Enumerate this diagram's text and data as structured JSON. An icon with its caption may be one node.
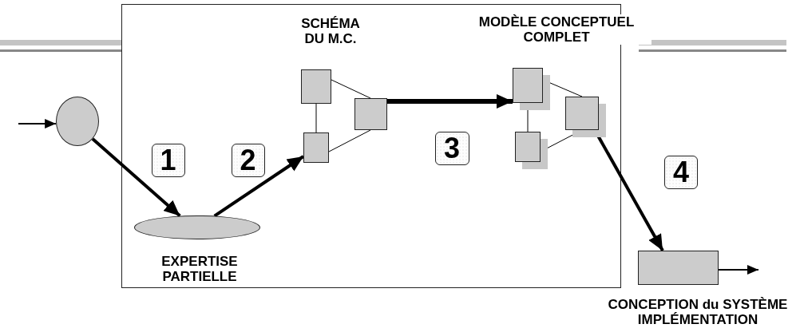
{
  "diagram": {
    "nodes": [
      {
        "text": [],
        "shape": "box"
      },
      {
        "text": [],
        "shape": "circle"
      },
      {
        "text": [
          "1"
        ],
        "in": 0
      },
      {
        "text": [
          "2"
        ],
        "in": 0
      },
      {
        "text": [],
        "shape": "box",
        "in": 0
      },
      {
        "text": [],
        "shape": "box",
        "in": 0
      },
      {
        "text": [],
        "shape": "box",
        "in": 0
      },
      {
        "text": [
          "3"
        ],
        "in": 0
      },
      {
        "text": [],
        "shape": "box",
        "in": 0
      },
      {
        "text": [],
        "shape": "box",
        "in": 0
      },
      {
        "text": [],
        "shape": "box",
        "in": 0
      },
      {
        "text": [],
        "shape": "ellipse",
        "beside": [
          "EXPERTISE PARTIELLE"
        ],
        "in": 0
      },
      {
        "text": [
          "4"
        ]
      },
      {
        "text": [],
        "shape": "box",
        "beside": [
          "CONCEPTION du SYSTÈME IMPLÉMENTATION"
        ]
      }
    ],
    "edges": [
      {
        "from": null,
        "to": 1,
        "arrow": "to"
      },
      {
        "from": 1,
        "to": 11,
        "arrow": "to",
        "style": "thick"
      },
      {
        "from": 11,
        "to": 6,
        "arrow": "to",
        "style": "thick"
      },
      {
        "from": 4,
        "to": 5,
        "arrow": "none"
      },
      {
        "from": 4,
        "to": 6,
        "arrow": "none"
      },
      {
        "from": 6,
        "to": 5,
        "arrow": "none"
      },
      {
        "from": 5,
        "to": 8,
        "arrow": "to",
        "style": "thick"
      },
      {
        "from": 8,
        "to": 9,
        "arrow": "none"
      },
      {
        "from": 8,
        "to": 10,
        "arrow": "none"
      },
      {
        "from": 10,
        "to": 9,
        "arrow": "none"
      },
      {
        "from": 9,
        "to": 13,
        "arrow": "to",
        "style": "thick"
      },
      {
        "from": 13,
        "to": null,
        "arrow": "to"
      }
    ],
    "labels": [
      "SCHÉMA DU M.C.",
      "MODÈLE CONCEPTUEL COMPLET"
    ]
  }
}
